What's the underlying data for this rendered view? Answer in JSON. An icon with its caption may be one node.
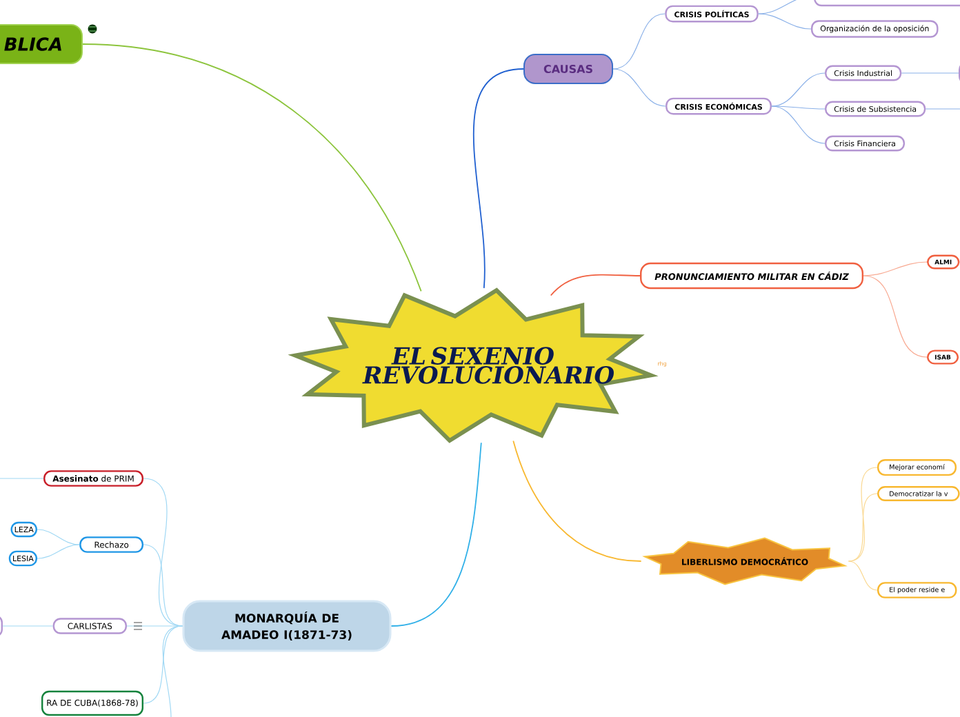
{
  "diagram": {
    "nodes": [
      {
        "text": [
          "EL SEXENIO REVOLUCIONARIO"
        ]
      },
      {
        "text": [
          "BLICA"
        ]
      },
      {
        "text": [
          "CAUSAS"
        ]
      },
      {
        "text": [
          "CRISIS POLÍTICAS"
        ]
      },
      {
        "text": [],
        "shape": "box"
      },
      {
        "text": [
          "Organización de la oposición"
        ]
      },
      {
        "text": [
          "CRISIS ECONÓMICAS"
        ]
      },
      {
        "text": [
          "Crisis Industrial"
        ]
      },
      {
        "text": [
          "Crisis de Subsistencia"
        ]
      },
      {
        "text": [
          "Crisis Financiera"
        ]
      },
      {
        "text": [],
        "shape": "box"
      },
      {
        "text": [
          "PRONUNCIAMIENTO MILITAR EN CÁDIZ"
        ]
      },
      {
        "text": [
          "ALMI"
        ]
      },
      {
        "text": [
          "ISAB"
        ]
      },
      {
        "text": [
          "LIBERLISMO DEMOCRÁTICO"
        ]
      },
      {
        "text": [
          "Mejorar economí"
        ]
      },
      {
        "text": [
          "Democratizar la v"
        ]
      },
      {
        "text": [
          "El poder reside e"
        ]
      },
      {
        "text": [
          "MONARQUÍA DE AMADEO I(1871-73)"
        ]
      },
      {
        "text": [
          "**Asesinato** de PRIM"
        ]
      },
      {
        "text": [
          "Rechazo"
        ]
      },
      {
        "text": [
          "LEZA"
        ]
      },
      {
        "text": [
          "LESIA"
        ]
      },
      {
        "text": [
          "CARLISTAS"
        ]
      },
      {
        "text": [],
        "shape": "box"
      },
      {
        "text": [
          "RA DE CUBA(1868-78)"
        ]
      }
    ],
    "edges": [
      {
        "from": 0,
        "to": 1,
        "arrow": "none",
        "color": "#8cc43c"
      },
      {
        "from": 0,
        "to": 2,
        "arrow": "none",
        "color": "#2060d0"
      },
      {
        "from": 2,
        "to": 3,
        "arrow": "none",
        "color": "#8ab0e8"
      },
      {
        "from": 2,
        "to": 6,
        "arrow": "none",
        "color": "#8ab0e8"
      },
      {
        "from": 3,
        "to": 4,
        "arrow": "none",
        "color": "#8ab0e8"
      },
      {
        "from": 3,
        "to": 5,
        "arrow": "none",
        "color": "#8ab0e8"
      },
      {
        "from": 6,
        "to": 7,
        "arrow": "none",
        "color": "#8ab0e8"
      },
      {
        "from": 6,
        "to": 8,
        "arrow": "none",
        "color": "#8ab0e8"
      },
      {
        "from": 6,
        "to": 9,
        "arrow": "none",
        "color": "#8ab0e8"
      },
      {
        "from": 7,
        "to": 10,
        "arrow": "none",
        "color": "#8ab0e8"
      },
      {
        "from": 8,
        "to": null,
        "arrow": "none",
        "color": "#8ab0e8"
      },
      {
        "from": 0,
        "to": 11,
        "arrow": "none",
        "color": "#f06040"
      },
      {
        "from": 11,
        "to": 12,
        "arrow": "none",
        "color": "#f8a890"
      },
      {
        "from": 11,
        "to": 13,
        "arrow": "none",
        "color": "#f8a890"
      },
      {
        "from": 0,
        "to": 14,
        "arrow": "none",
        "color": "#f8b830"
      },
      {
        "from": 14,
        "to": 15,
        "arrow": "none",
        "color": "#fad890"
      },
      {
        "from": 14,
        "to": 16,
        "arrow": "none",
        "color": "#fad890"
      },
      {
        "from": 14,
        "to": 17,
        "arrow": "none",
        "color": "#fad890"
      },
      {
        "from": 0,
        "to": 18,
        "arrow": "none",
        "color": "#30b0e8"
      },
      {
        "from": 18,
        "to": 19,
        "arrow": "none",
        "color": "#a0d8f4"
      },
      {
        "from": 18,
        "to": 20,
        "arrow": "none",
        "color": "#a0d8f4"
      },
      {
        "from": 20,
        "to": 21,
        "arrow": "none",
        "color": "#a0d8f4"
      },
      {
        "from": 20,
        "to": 22,
        "arrow": "none",
        "color": "#a0d8f4"
      },
      {
        "from": 18,
        "to": 23,
        "arrow": "none",
        "color": "#a0d8f4"
      },
      {
        "from": 23,
        "to": 24,
        "arrow": "none",
        "color": "#a0d8f4"
      },
      {
        "from": 18,
        "to": 25,
        "arrow": "none",
        "color": "#a0d8f4"
      },
      {
        "from": 18,
        "to": null,
        "arrow": "none",
        "color": "#a0d8f4"
      },
      {
        "from": 19,
        "to": null,
        "arrow": "none",
        "color": "#a0d8f4"
      }
    ],
    "labels": [
      "rhg"
    ]
  }
}
